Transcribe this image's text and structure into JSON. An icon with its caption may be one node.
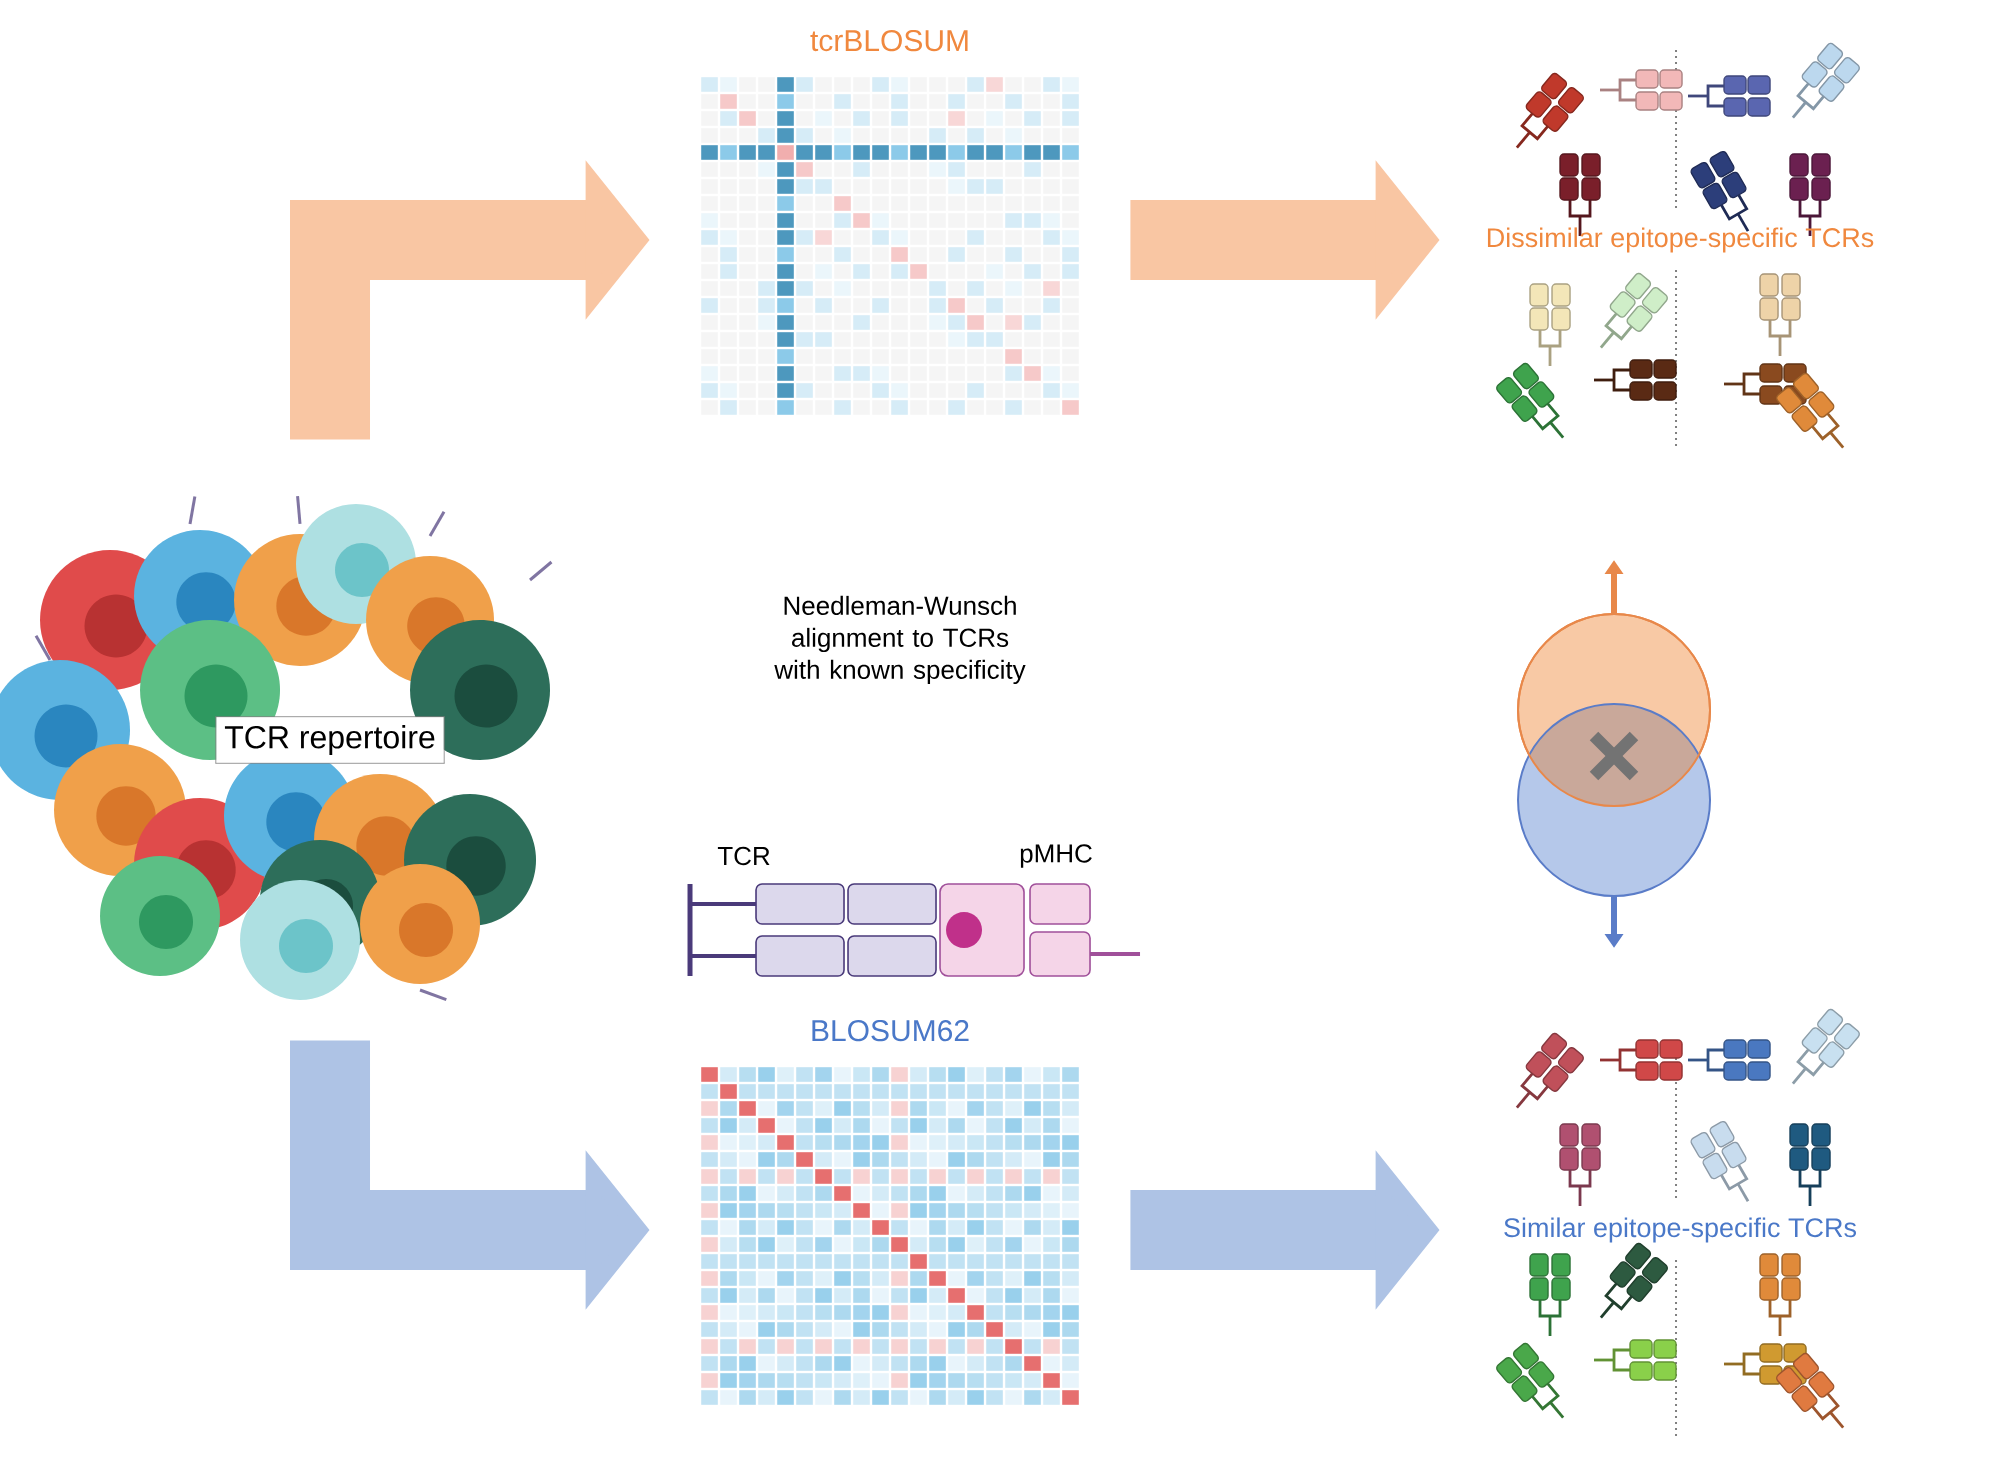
{
  "diagram": {
    "nodes": [
      {
        "text": [
          "TCR repertoire"
        ]
      },
      {
        "text": [
          "tcrBLOSUM"
        ]
      },
      {
        "text": [
          "BLOSUM62"
        ]
      },
      {
        "text": [
          "Dissimilar epitope-specific TCRs"
        ]
      },
      {
        "text": [
          "Similar epitope-specific TCRs"
        ]
      }
    ],
    "edges": [
      {
        "from": 0,
        "to": 1,
        "arrow": "to",
        "color": "#f9c6a3"
      },
      {
        "from": 1,
        "to": 3,
        "arrow": "to",
        "color": "#f9c6a3"
      },
      {
        "from": 0,
        "to": 2,
        "arrow": "to",
        "color": "#aec3e5"
      },
      {
        "from": 2,
        "to": 4,
        "arrow": "to",
        "color": "#aec3e5"
      }
    ],
    "labels": [
      "Needleman-Wunsch alignment to TCRs with known specificity",
      "TCR",
      "pMHC"
    ]
  }
}
